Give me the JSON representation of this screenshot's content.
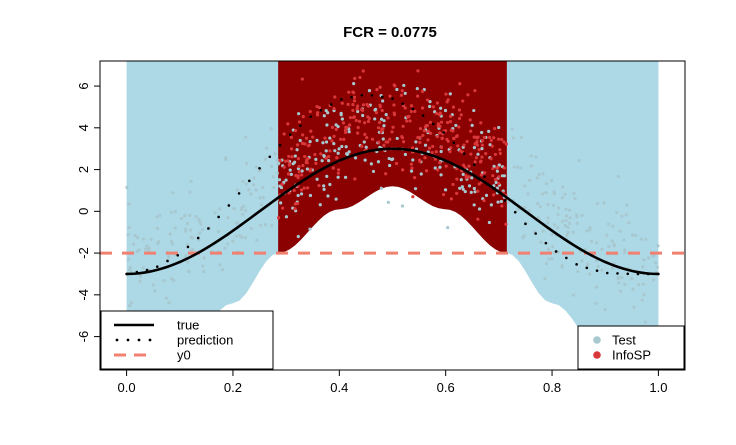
{
  "chart_data": {
    "type": "scatter",
    "title": "FCR =  0.0775",
    "xlabel": "",
    "ylabel": "",
    "xlim": [
      -0.05,
      1.05
    ],
    "ylim": [
      -7.6,
      7.2
    ],
    "x_ticks": [
      "0.0",
      "0.2",
      "0.4",
      "0.6",
      "0.8",
      "1.0"
    ],
    "x_tick_values": [
      0.0,
      0.2,
      0.4,
      0.6,
      0.8,
      1.0
    ],
    "y_ticks": [
      "-6",
      "-4",
      "-2",
      "0",
      "2",
      "4",
      "6"
    ],
    "y_tick_values": [
      -6,
      -4,
      -2,
      0,
      2,
      4,
      6
    ],
    "grid": false,
    "threshold": {
      "name": "y0",
      "value": -2,
      "color": "#f08070"
    },
    "selected_x_range": [
      0.285,
      0.715
    ],
    "band": {
      "description_x": [
        0.0,
        0.1,
        0.2,
        0.285,
        0.4,
        0.5,
        0.6,
        0.715,
        0.8,
        0.9,
        1.0
      ],
      "upper": [
        7.2,
        7.2,
        7.2,
        7.2,
        7.2,
        7.2,
        7.2,
        7.2,
        7.2,
        7.2,
        7.2
      ],
      "lower": [
        -8.6,
        -6.8,
        -4.4,
        -2.0,
        0.1,
        1.2,
        0.1,
        -2.0,
        -4.4,
        -6.8,
        -8.6
      ]
    },
    "series": [
      {
        "name": "true",
        "style": "solid-line",
        "color": "#000000",
        "x": [
          0.0,
          0.05,
          0.1,
          0.15,
          0.2,
          0.25,
          0.3,
          0.35,
          0.4,
          0.45,
          0.5,
          0.55,
          0.6,
          0.65,
          0.7,
          0.75,
          0.8,
          0.85,
          0.9,
          0.95,
          1.0
        ],
        "y": [
          -3.0,
          -2.85,
          -2.43,
          -1.76,
          -0.93,
          0.0,
          0.93,
          1.76,
          2.43,
          2.85,
          3.0,
          2.85,
          2.43,
          1.76,
          0.93,
          0.0,
          -0.93,
          -1.76,
          -2.43,
          -2.85,
          -3.0
        ]
      },
      {
        "name": "prediction",
        "style": "dotted-line",
        "color": "#000000",
        "x": [
          0.0,
          0.05,
          0.1,
          0.15,
          0.2,
          0.25,
          0.3,
          0.35,
          0.4,
          0.45,
          0.5,
          0.55,
          0.6,
          0.65,
          0.7,
          0.75,
          0.8,
          0.85,
          0.9,
          0.95,
          1.0
        ],
        "y": [
          -3.0,
          -2.76,
          -2.05,
          -0.93,
          0.5,
          2.06,
          3.5,
          4.62,
          5.34,
          5.6,
          5.4,
          4.75,
          3.7,
          2.35,
          0.85,
          -0.6,
          -1.8,
          -2.6,
          -2.95,
          -3.0,
          -3.0
        ]
      },
      {
        "name": "Test",
        "style": "points",
        "color": "#a8c8d0"
      },
      {
        "name": "InfoSP",
        "style": "points",
        "color": "#d9383a"
      }
    ],
    "legend_left": [
      {
        "label": "true",
        "style": "solid-line",
        "color": "#000000"
      },
      {
        "label": "prediction",
        "style": "dotted-line",
        "color": "#000000"
      },
      {
        "label": "y0",
        "style": "dashed-line",
        "color": "#f08070"
      }
    ],
    "legend_right": [
      {
        "label": "Test",
        "style": "point",
        "color": "#a8c8d0"
      },
      {
        "label": "InfoSP",
        "style": "point",
        "color": "#d9383a"
      }
    ],
    "legend_placement": [
      "bottom-left",
      "bottom-right"
    ]
  },
  "colors": {
    "band_light": "#add8e6",
    "band_selected": "#8b0000",
    "test_points": "#a8c8d0",
    "infosp_points": "#d9383a",
    "threshold": "#f08070"
  }
}
